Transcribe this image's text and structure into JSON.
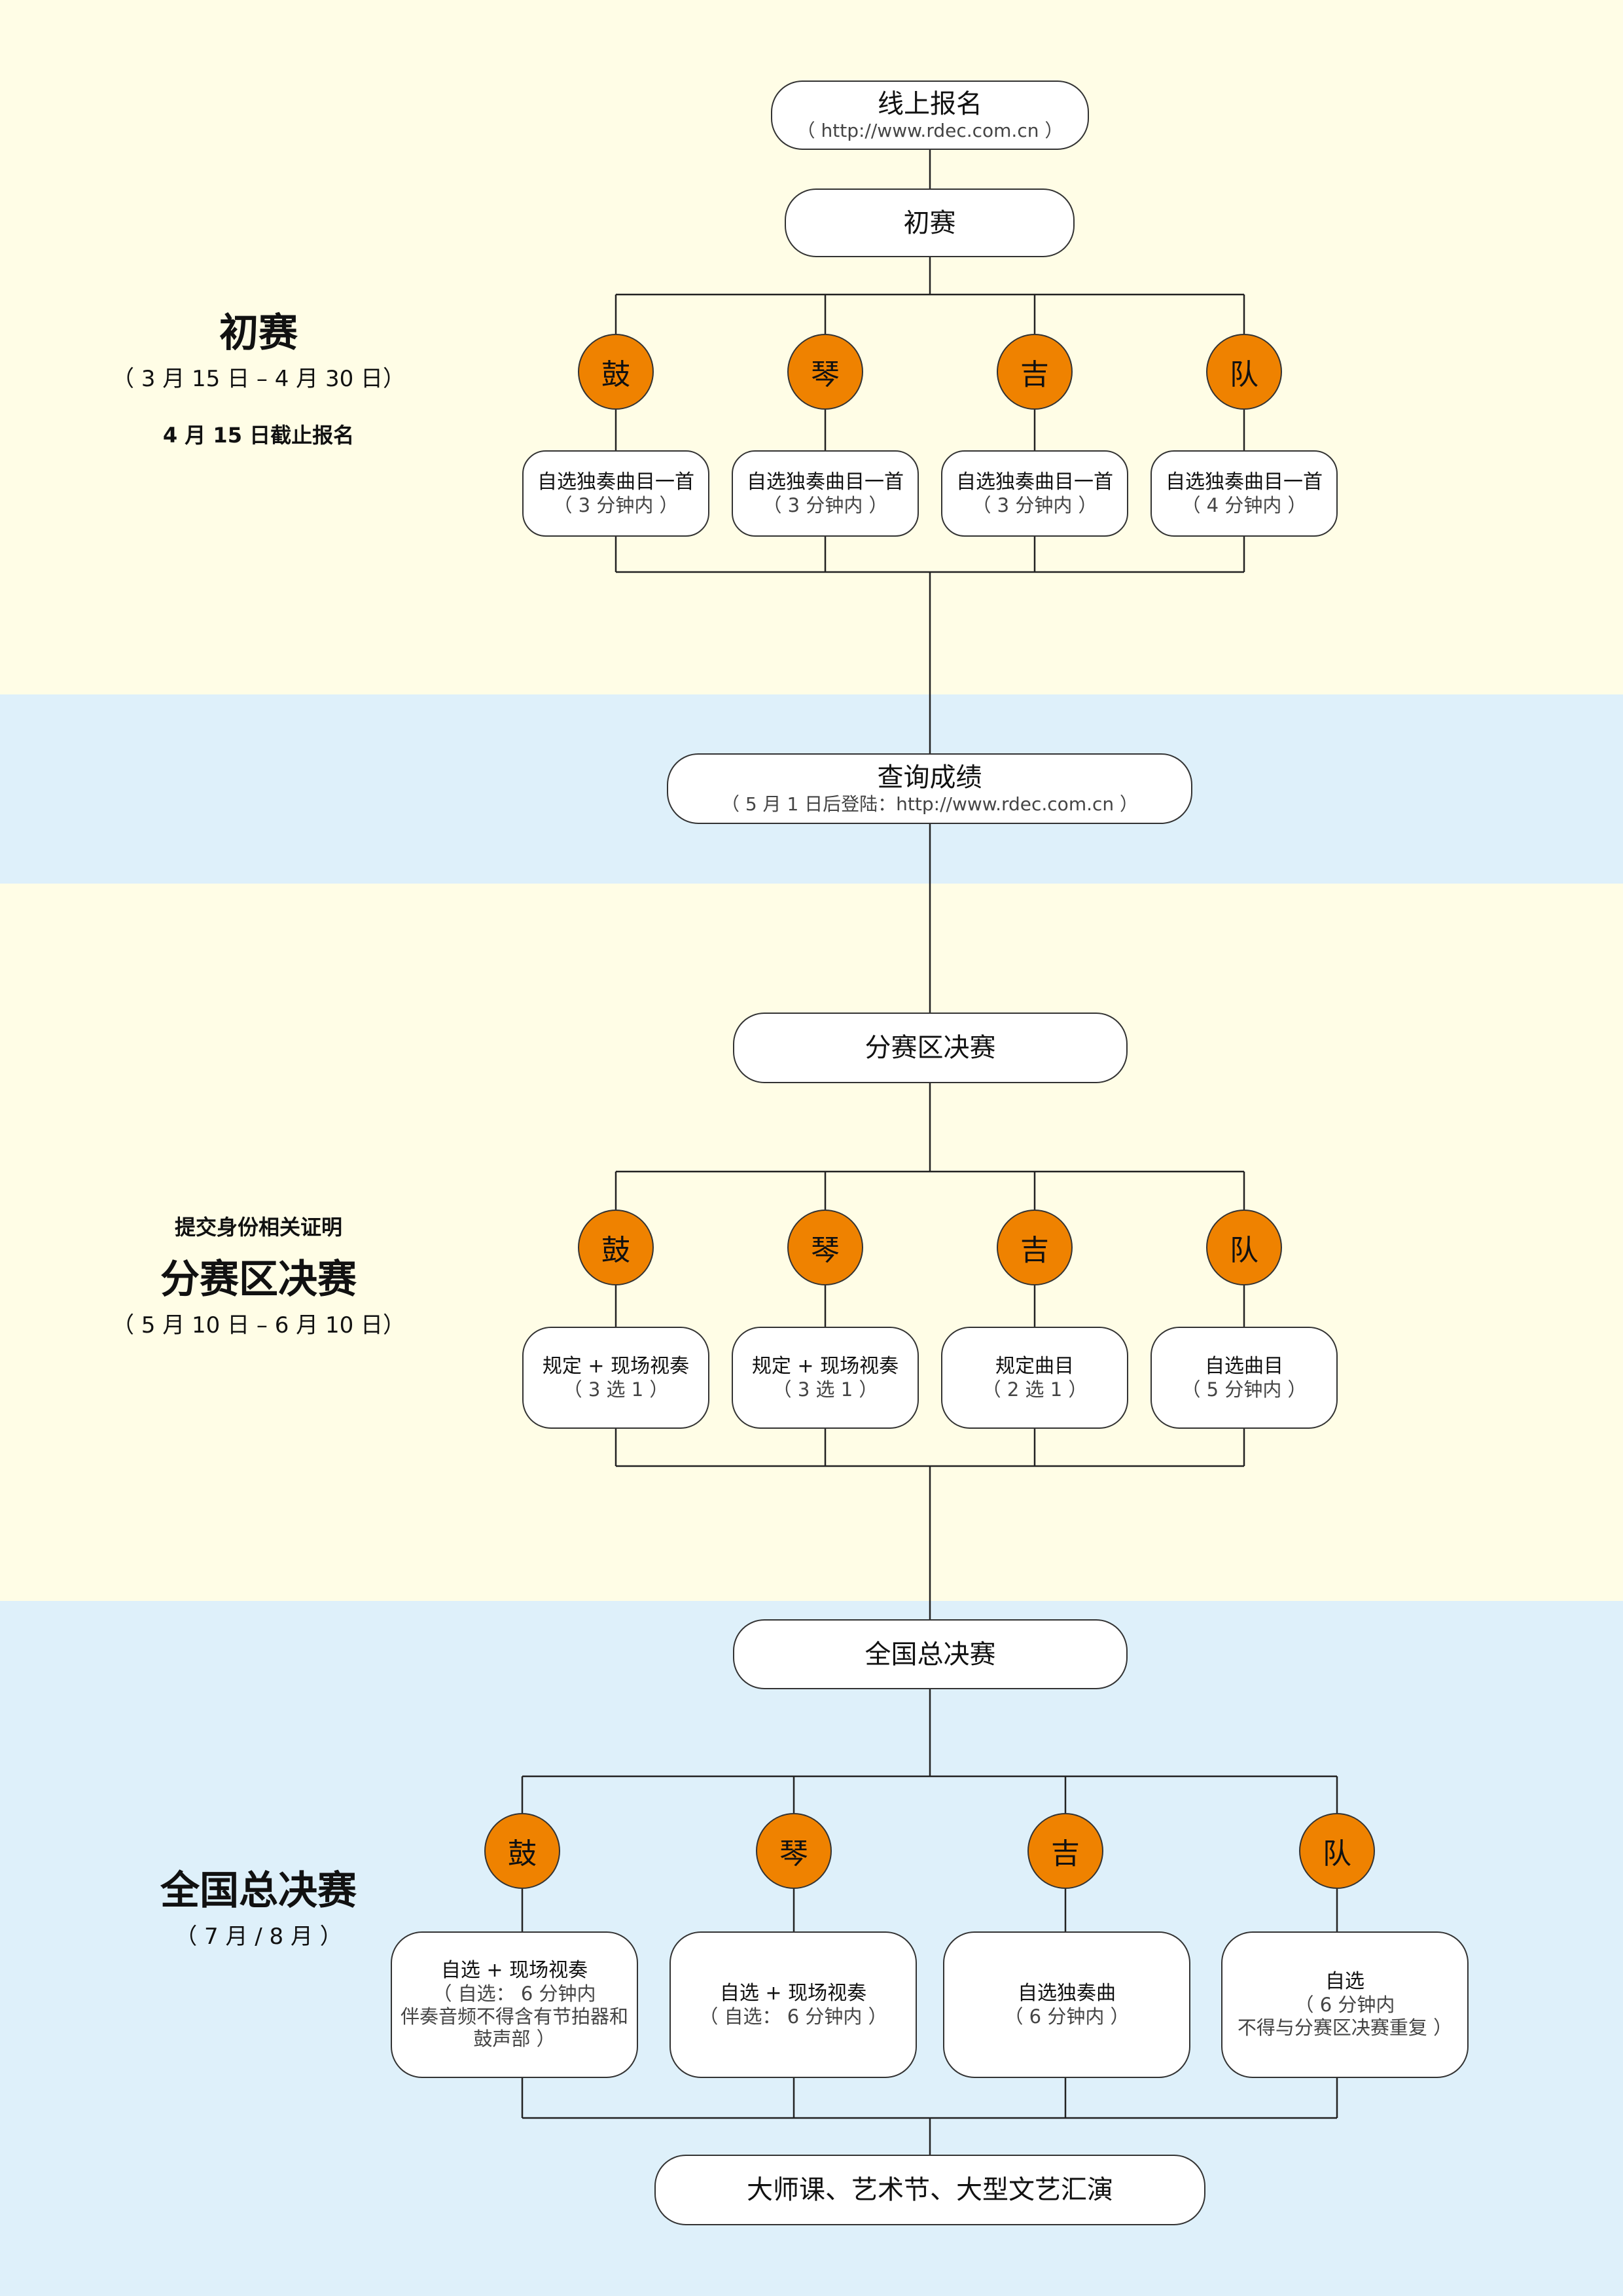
{
  "bands": {
    "yellow": "#fffde6",
    "blue": "#def0fa"
  },
  "accent": "#ef8200",
  "categories": [
    "鼓",
    "琴",
    "吉",
    "队"
  ],
  "left_labels": {
    "prelim": {
      "title": "初赛",
      "dates": "（ 3 月 15 日 – 4 月 30 日）",
      "note": "4 月 15 日截止报名"
    },
    "division": {
      "note": "提交身份相关证明",
      "title": "分赛区决赛",
      "dates": "（ 5 月 10 日 – 6 月 10 日）"
    },
    "national": {
      "title": "全国总决赛",
      "dates": "（ 7 月 / 8 月 ）"
    }
  },
  "nodes": {
    "register": {
      "main": "线上报名",
      "sub": "（ http://www.rdec.com.cn ）"
    },
    "prelim": {
      "main": "初赛"
    },
    "query": {
      "main": "查询成绩",
      "sub": "（ 5 月 1 日后登陆：http://www.rdec.com.cn ）"
    },
    "division": {
      "main": "分赛区决赛"
    },
    "national": {
      "main": "全国总决赛"
    },
    "final": {
      "main": "大师课、艺术节、大型文艺汇演"
    }
  },
  "prelim_items": [
    {
      "main": "自选独奏曲目一首",
      "sub": "（ 3 分钟内 ）"
    },
    {
      "main": "自选独奏曲目一首",
      "sub": "（ 3 分钟内 ）"
    },
    {
      "main": "自选独奏曲目一首",
      "sub": "（ 3 分钟内 ）"
    },
    {
      "main": "自选独奏曲目一首",
      "sub": "（ 4 分钟内 ）"
    }
  ],
  "division_items": [
    {
      "main": "规定 + 现场视奏",
      "sub": "（ 3 选 1 ）"
    },
    {
      "main": "规定 + 现场视奏",
      "sub": "（ 3 选 1 ）"
    },
    {
      "main": "规定曲目",
      "sub": "（ 2 选 1 ）"
    },
    {
      "main": "自选曲目",
      "sub": "（ 5 分钟内 ）"
    }
  ],
  "national_items": [
    {
      "main": "自选 + 现场视奏",
      "sub": "（ 自选： 6 分钟内\n伴奏音频不得含有节拍器和\n鼓声部 ）"
    },
    {
      "main": "自选 + 现场视奏",
      "sub": "（ 自选： 6 分钟内 ）"
    },
    {
      "main": "自选独奏曲",
      "sub": "（ 6 分钟内 ）"
    },
    {
      "main": "自选",
      "sub": "（ 6 分钟内\n不得与分赛区决赛重复 ）"
    }
  ]
}
